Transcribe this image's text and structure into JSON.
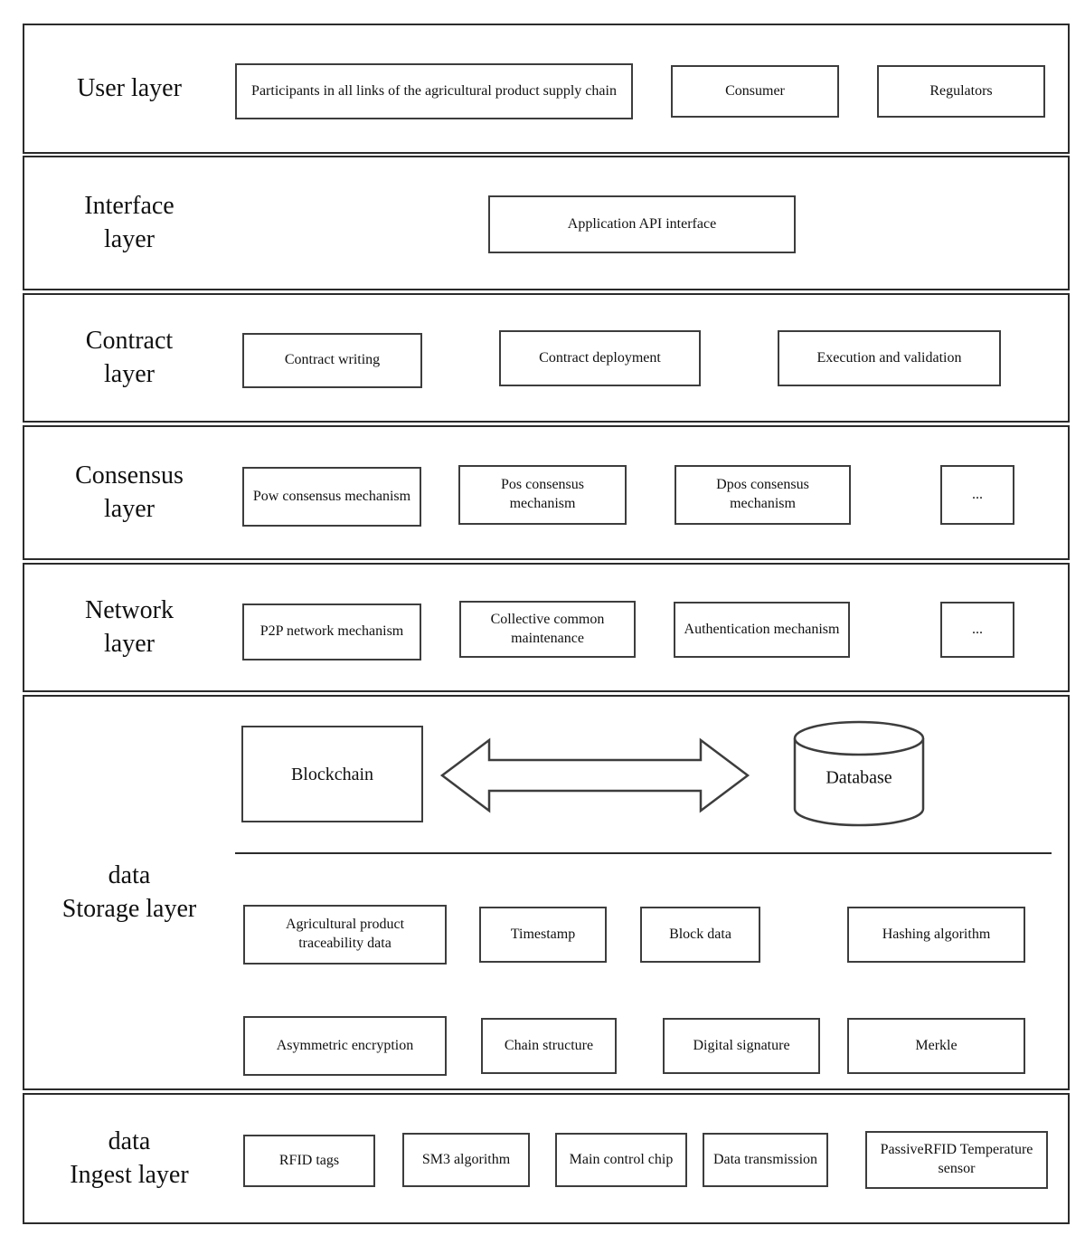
{
  "layers": {
    "user": {
      "label": "User layer",
      "participants": "Participants in all links of the agricultural product supply chain",
      "consumer": "Consumer",
      "regulators": "Regulators"
    },
    "interface": {
      "label": "Interface\nlayer",
      "api": "Application API interface"
    },
    "contract": {
      "label": "Contract\nlayer",
      "writing": "Contract writing",
      "deployment": "Contract deployment",
      "execution": "Execution and validation"
    },
    "consensus": {
      "label": "Consensus\nlayer",
      "pow": "Pow consensus mechanism",
      "pos": "Pos consensus mechanism",
      "dpos": "Dpos consensus mechanism",
      "more": "..."
    },
    "network": {
      "label": "Network\nlayer",
      "p2p": "P2P network mechanism",
      "collective": "Collective common maintenance",
      "auth": "Authentication mechanism",
      "more": "..."
    },
    "storage": {
      "label": "data\nStorage layer",
      "blockchain": "Blockchain",
      "database": "Database",
      "row1": [
        "Agricultural product traceability data",
        "Timestamp",
        "Block data",
        "Hashing algorithm"
      ],
      "row2": [
        "Asymmetric encryption",
        "Chain structure",
        "Digital signature",
        "Merkle"
      ]
    },
    "ingest": {
      "label": "data\nIngest layer",
      "boxes": [
        "RFID tags",
        "SM3 algorithm",
        "Main control chip",
        "Data transmission",
        "PassiveRFID Temperature sensor"
      ]
    }
  }
}
